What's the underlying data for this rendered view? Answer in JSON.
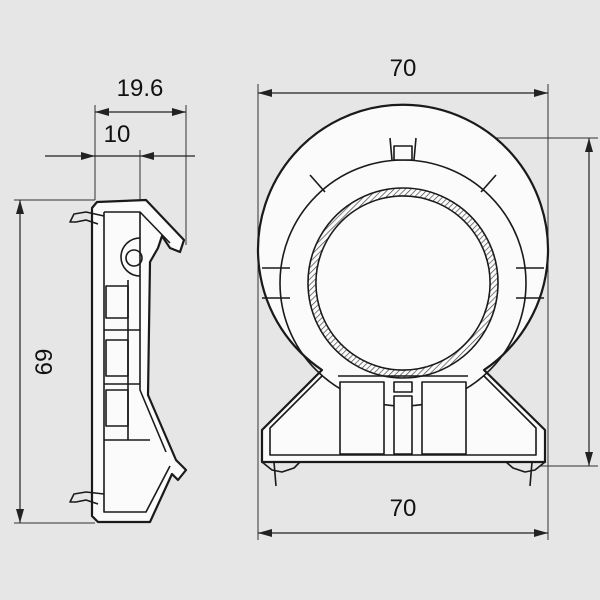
{
  "dimensions": {
    "side_width_total": "19.6",
    "side_width_inner": "10",
    "side_height": "69",
    "front_width_top": "70",
    "front_width_bottom": "70"
  },
  "colors": {
    "background": "#e6e6e6",
    "line": "#1a1a1a",
    "profile_fill": "#fbfbfb",
    "hatch": "#444444"
  }
}
